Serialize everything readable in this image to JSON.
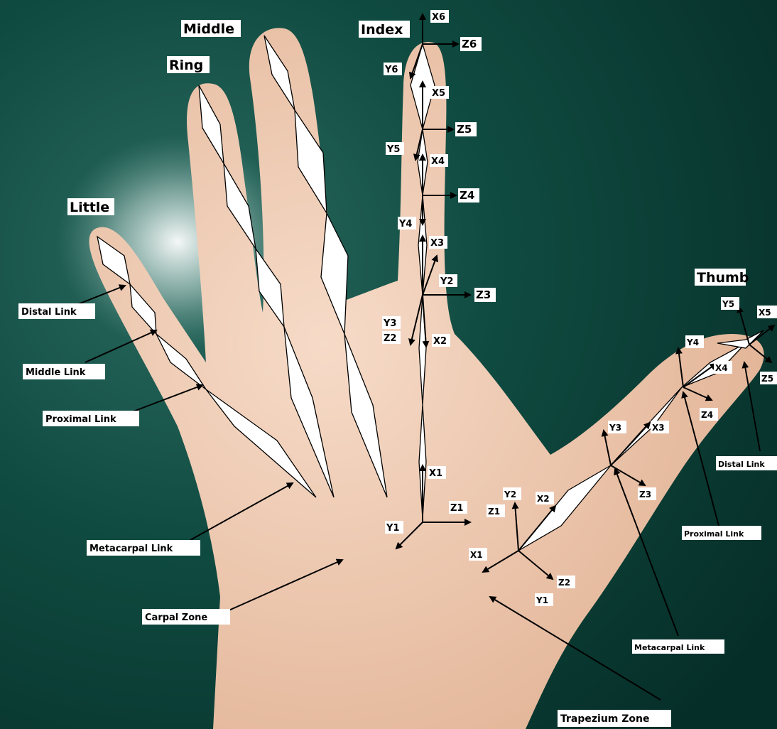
{
  "fingers": {
    "little": "Little",
    "ring": "Ring",
    "middle": "Middle",
    "index": "Index",
    "thumb": "Thumb"
  },
  "links": {
    "little_distal": "Distal Link",
    "little_middle": "Middle Link",
    "little_proximal": "Proximal Link",
    "little_metacarpal": "Metacarpal Link",
    "carpal_zone": "Carpal Zone",
    "thumb_distal": "Distal Link",
    "thumb_proximal": "Proximal Link",
    "thumb_metacarpal": "Metacarpal Link",
    "trapezium_zone": "Trapezium Zone"
  },
  "index_axes": {
    "x6": "X6",
    "z6": "Z6",
    "y6": "Y6",
    "x5": "X5",
    "z5": "Z5",
    "y5": "Y5",
    "x4": "X4",
    "z4": "Z4",
    "y4": "Y4",
    "x3": "X3",
    "y2": "Y2",
    "z3": "Z3",
    "y3": "Y3",
    "z2": "Z2",
    "x2": "X2",
    "x1": "X1",
    "z1": "Z1",
    "y1": "Y1"
  },
  "thumb_axes": {
    "y5": "Y5",
    "x5": "X5",
    "z5": "Z5",
    "y4": "Y4",
    "x4": "X4",
    "z4": "Z4",
    "y3": "Y3",
    "x3": "X3",
    "z3": "Z3",
    "y2": "Y2",
    "z1": "Z1",
    "x2": "X2",
    "x1": "X1",
    "z2": "Z2",
    "y1": "Y1"
  },
  "colors": {
    "background": "#0d3d35",
    "skin": "#e9c1a7",
    "skin_light": "#f6dbc8",
    "link_fill": "#ffffff",
    "line": "#000000"
  }
}
